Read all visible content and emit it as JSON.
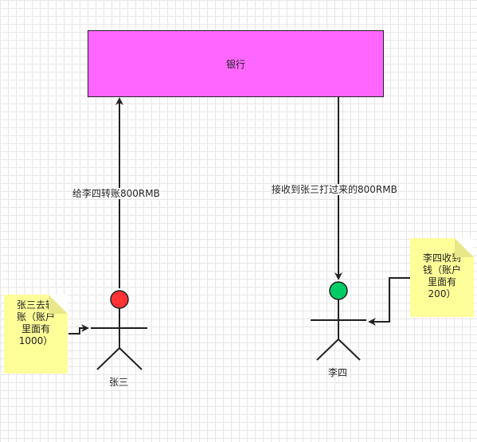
{
  "bank": {
    "label": "银行"
  },
  "edges": {
    "transfer_label": "给李四转账800RMB",
    "receive_label": "接收到张三打过来的800RMB"
  },
  "notes": {
    "zhangsan": [
      "张三去转",
      "账（账户",
      "里面有",
      "1000）"
    ],
    "lisi": [
      "李四收到",
      "钱（账户",
      "里面有",
      "200）"
    ]
  },
  "actors": {
    "zhangsan": "张三",
    "lisi": "李四"
  },
  "colors": {
    "bank_fill": "#ff66ff",
    "zhangsan_head": "#ff3333",
    "lisi_head": "#00cc66",
    "note_fill": "#ffff99"
  }
}
